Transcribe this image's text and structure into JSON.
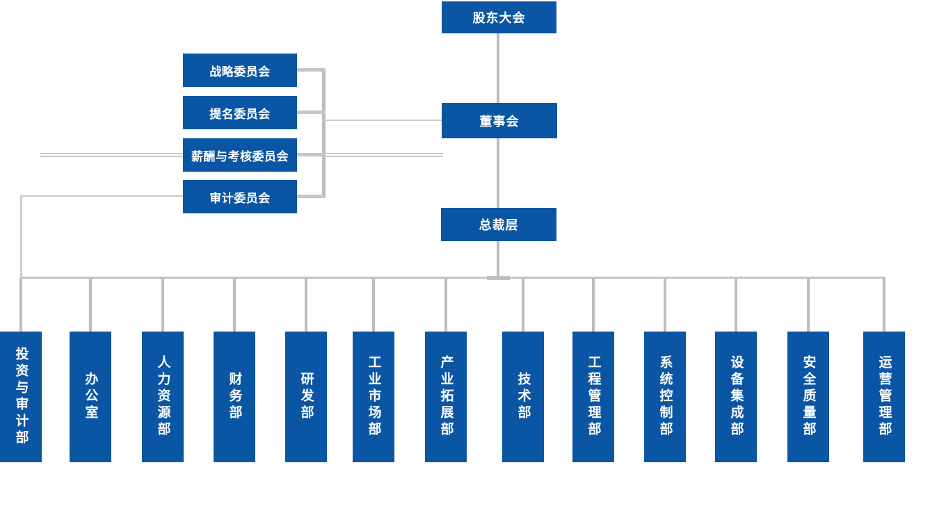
{
  "org": {
    "top": {
      "label": "股东大会"
    },
    "board": {
      "label": "董事会"
    },
    "president": {
      "label": "总裁层"
    },
    "committees": [
      {
        "label": "战略委员会"
      },
      {
        "label": "提名委员会"
      },
      {
        "label": "薪酬与考核委员会"
      },
      {
        "label": "审计委员会"
      }
    ],
    "departments": [
      {
        "label": "投资与审计部"
      },
      {
        "label": "办公室"
      },
      {
        "label": "人力资源部"
      },
      {
        "label": "财务部"
      },
      {
        "label": "研发部"
      },
      {
        "label": "工业市场部"
      },
      {
        "label": "产业拓展部"
      },
      {
        "label": "技术部"
      },
      {
        "label": "工程管理部"
      },
      {
        "label": "系统控制部"
      },
      {
        "label": "设备集成部"
      },
      {
        "label": "安全质量部"
      },
      {
        "label": "运营管理部"
      }
    ],
    "colors": {
      "box_blue": "#0b56a4",
      "connector_gray": "#bdbdbd",
      "text_white": "#ffffff"
    }
  }
}
